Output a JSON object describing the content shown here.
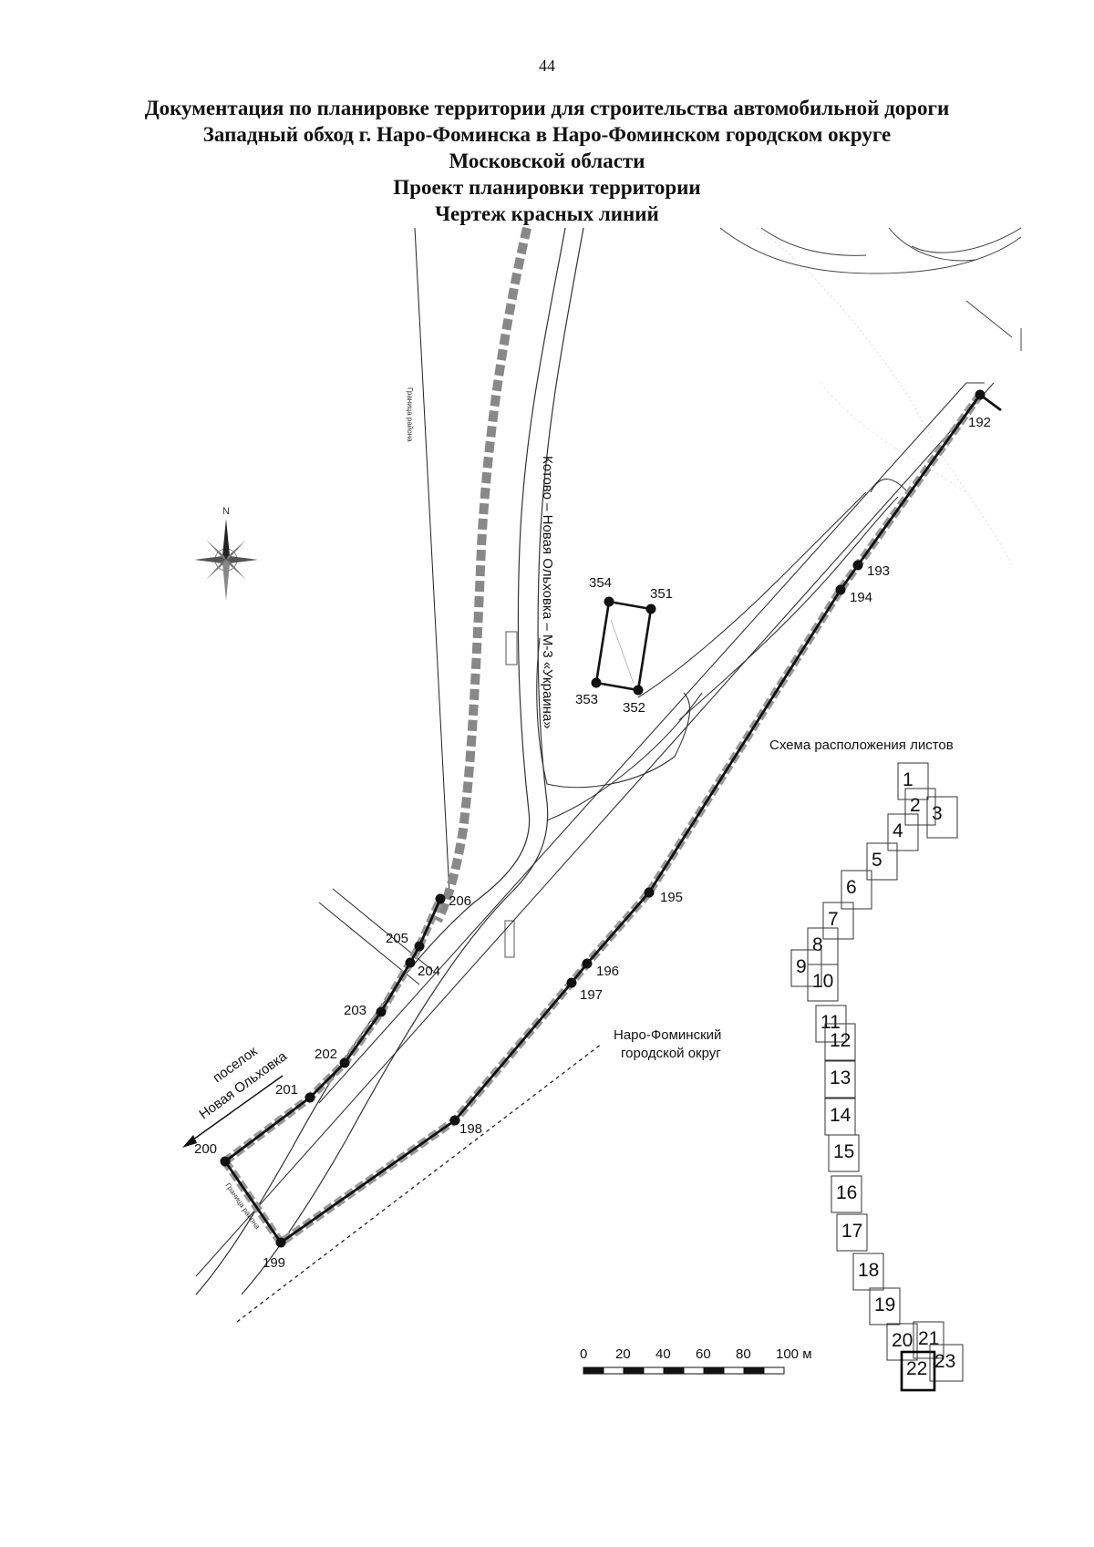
{
  "page_number": "44",
  "title": [
    "Документация по планировке территории для строительства автомобильной дороги",
    "Западный обход г. Наро-Фоминска в Наро-Фоминском городском округе",
    "Московской области",
    "Проект планировки территории",
    "Чертеж красных линий"
  ],
  "labels": {
    "road": "Котово – Новая Ольховка – М-3 «Украина»",
    "settlement_line1": "поселок",
    "settlement_line2": "Новая Ольховка",
    "district_line1": "Наро-Фоминский",
    "district_line2": "городской округ",
    "boundary_rayon": "Граница района",
    "sheet_scheme": "Схема расположения листов",
    "north": "N"
  },
  "points": {
    "p192": "192",
    "p193": "193",
    "p194": "194",
    "p195": "195",
    "p196": "196",
    "p197": "197",
    "p198": "198",
    "p199": "199",
    "p200": "200",
    "p201": "201",
    "p202": "202",
    "p203": "203",
    "p204": "204",
    "p205": "205",
    "p206": "206",
    "p351": "351",
    "p352": "352",
    "p353": "353",
    "p354": "354"
  },
  "scale_bar": {
    "ticks": [
      "0",
      "20",
      "40",
      "60",
      "80",
      "100 м"
    ]
  },
  "sheets": [
    "1",
    "2",
    "3",
    "4",
    "5",
    "6",
    "7",
    "8",
    "9",
    "10",
    "11",
    "12",
    "13",
    "14",
    "15",
    "16",
    "17",
    "18",
    "19",
    "20",
    "21",
    "22",
    "23"
  ],
  "current_sheet": "22"
}
